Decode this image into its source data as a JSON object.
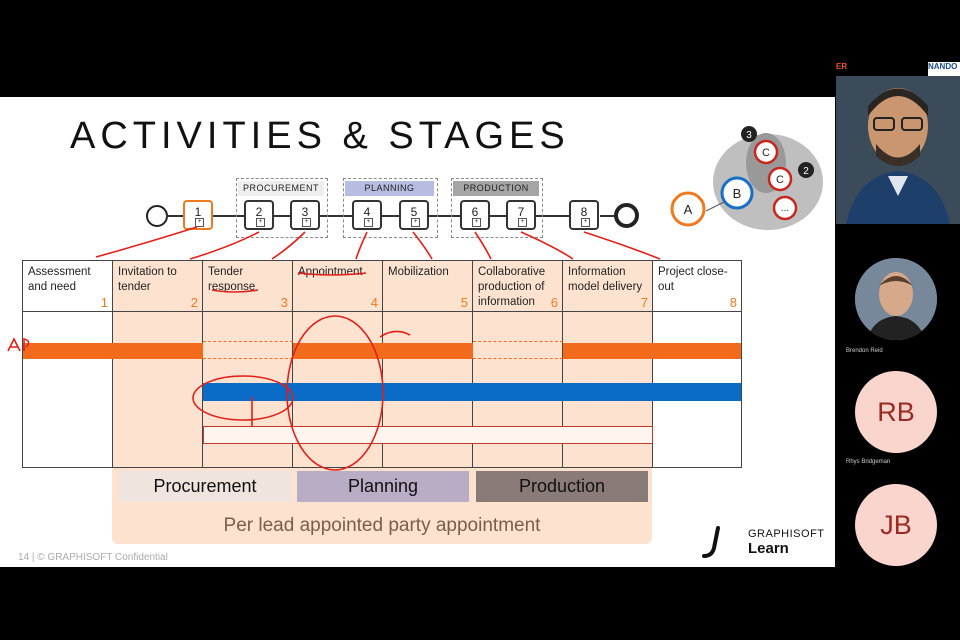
{
  "slide": {
    "title": "ACTIVITIES & STAGES",
    "process_groups": [
      {
        "label": "PROCUREMENT"
      },
      {
        "label": "PLANNING"
      },
      {
        "label": "PRODUCTION"
      }
    ],
    "process_steps": [
      "1",
      "2",
      "3",
      "4",
      "5",
      "6",
      "7",
      "8"
    ],
    "network_nodes": {
      "a": "A",
      "b": "B",
      "c1": "C",
      "c2": "C",
      "dots": "...",
      "badge3": "3",
      "badge2": "2"
    },
    "columns": [
      {
        "name": "Assessment and need",
        "num": "1"
      },
      {
        "name": "Invitation to tender",
        "num": "2"
      },
      {
        "name": "Tender response",
        "num": "3"
      },
      {
        "name": "Appointment",
        "num": "4"
      },
      {
        "name": "Mobilization",
        "num": "5"
      },
      {
        "name": "Collaborative production of information",
        "num": "6"
      },
      {
        "name": "Information model delivery",
        "num": "7"
      },
      {
        "name": "Project close-out",
        "num": "8"
      }
    ],
    "stages": [
      "Procurement",
      "Planning",
      "Production"
    ],
    "appointment_label": "Per lead appointed party appointment",
    "footer": "14  |  © GRAPHISOFT Confidential",
    "logo": {
      "brand": "GRAPHISOFT",
      "product": "Learn"
    },
    "annotation": "AP"
  },
  "participants": {
    "top_banner_left": "ER",
    "top_banner_right": "NANDO",
    "tiles": [
      {
        "name": "Brendon Reid",
        "initials": ""
      },
      {
        "name": "Rhys Bridgeman",
        "initials": "RB"
      },
      {
        "name": "",
        "initials": "JB"
      }
    ]
  },
  "colors": {
    "orange": "#f26b1d",
    "blue": "#0b6cc7",
    "shade": "#fde3cf",
    "annotation_red": "#e0201a",
    "procurement_bg": "#efe4de",
    "planning_bg": "#b9acc5",
    "production_bg": "#8a7b78"
  }
}
